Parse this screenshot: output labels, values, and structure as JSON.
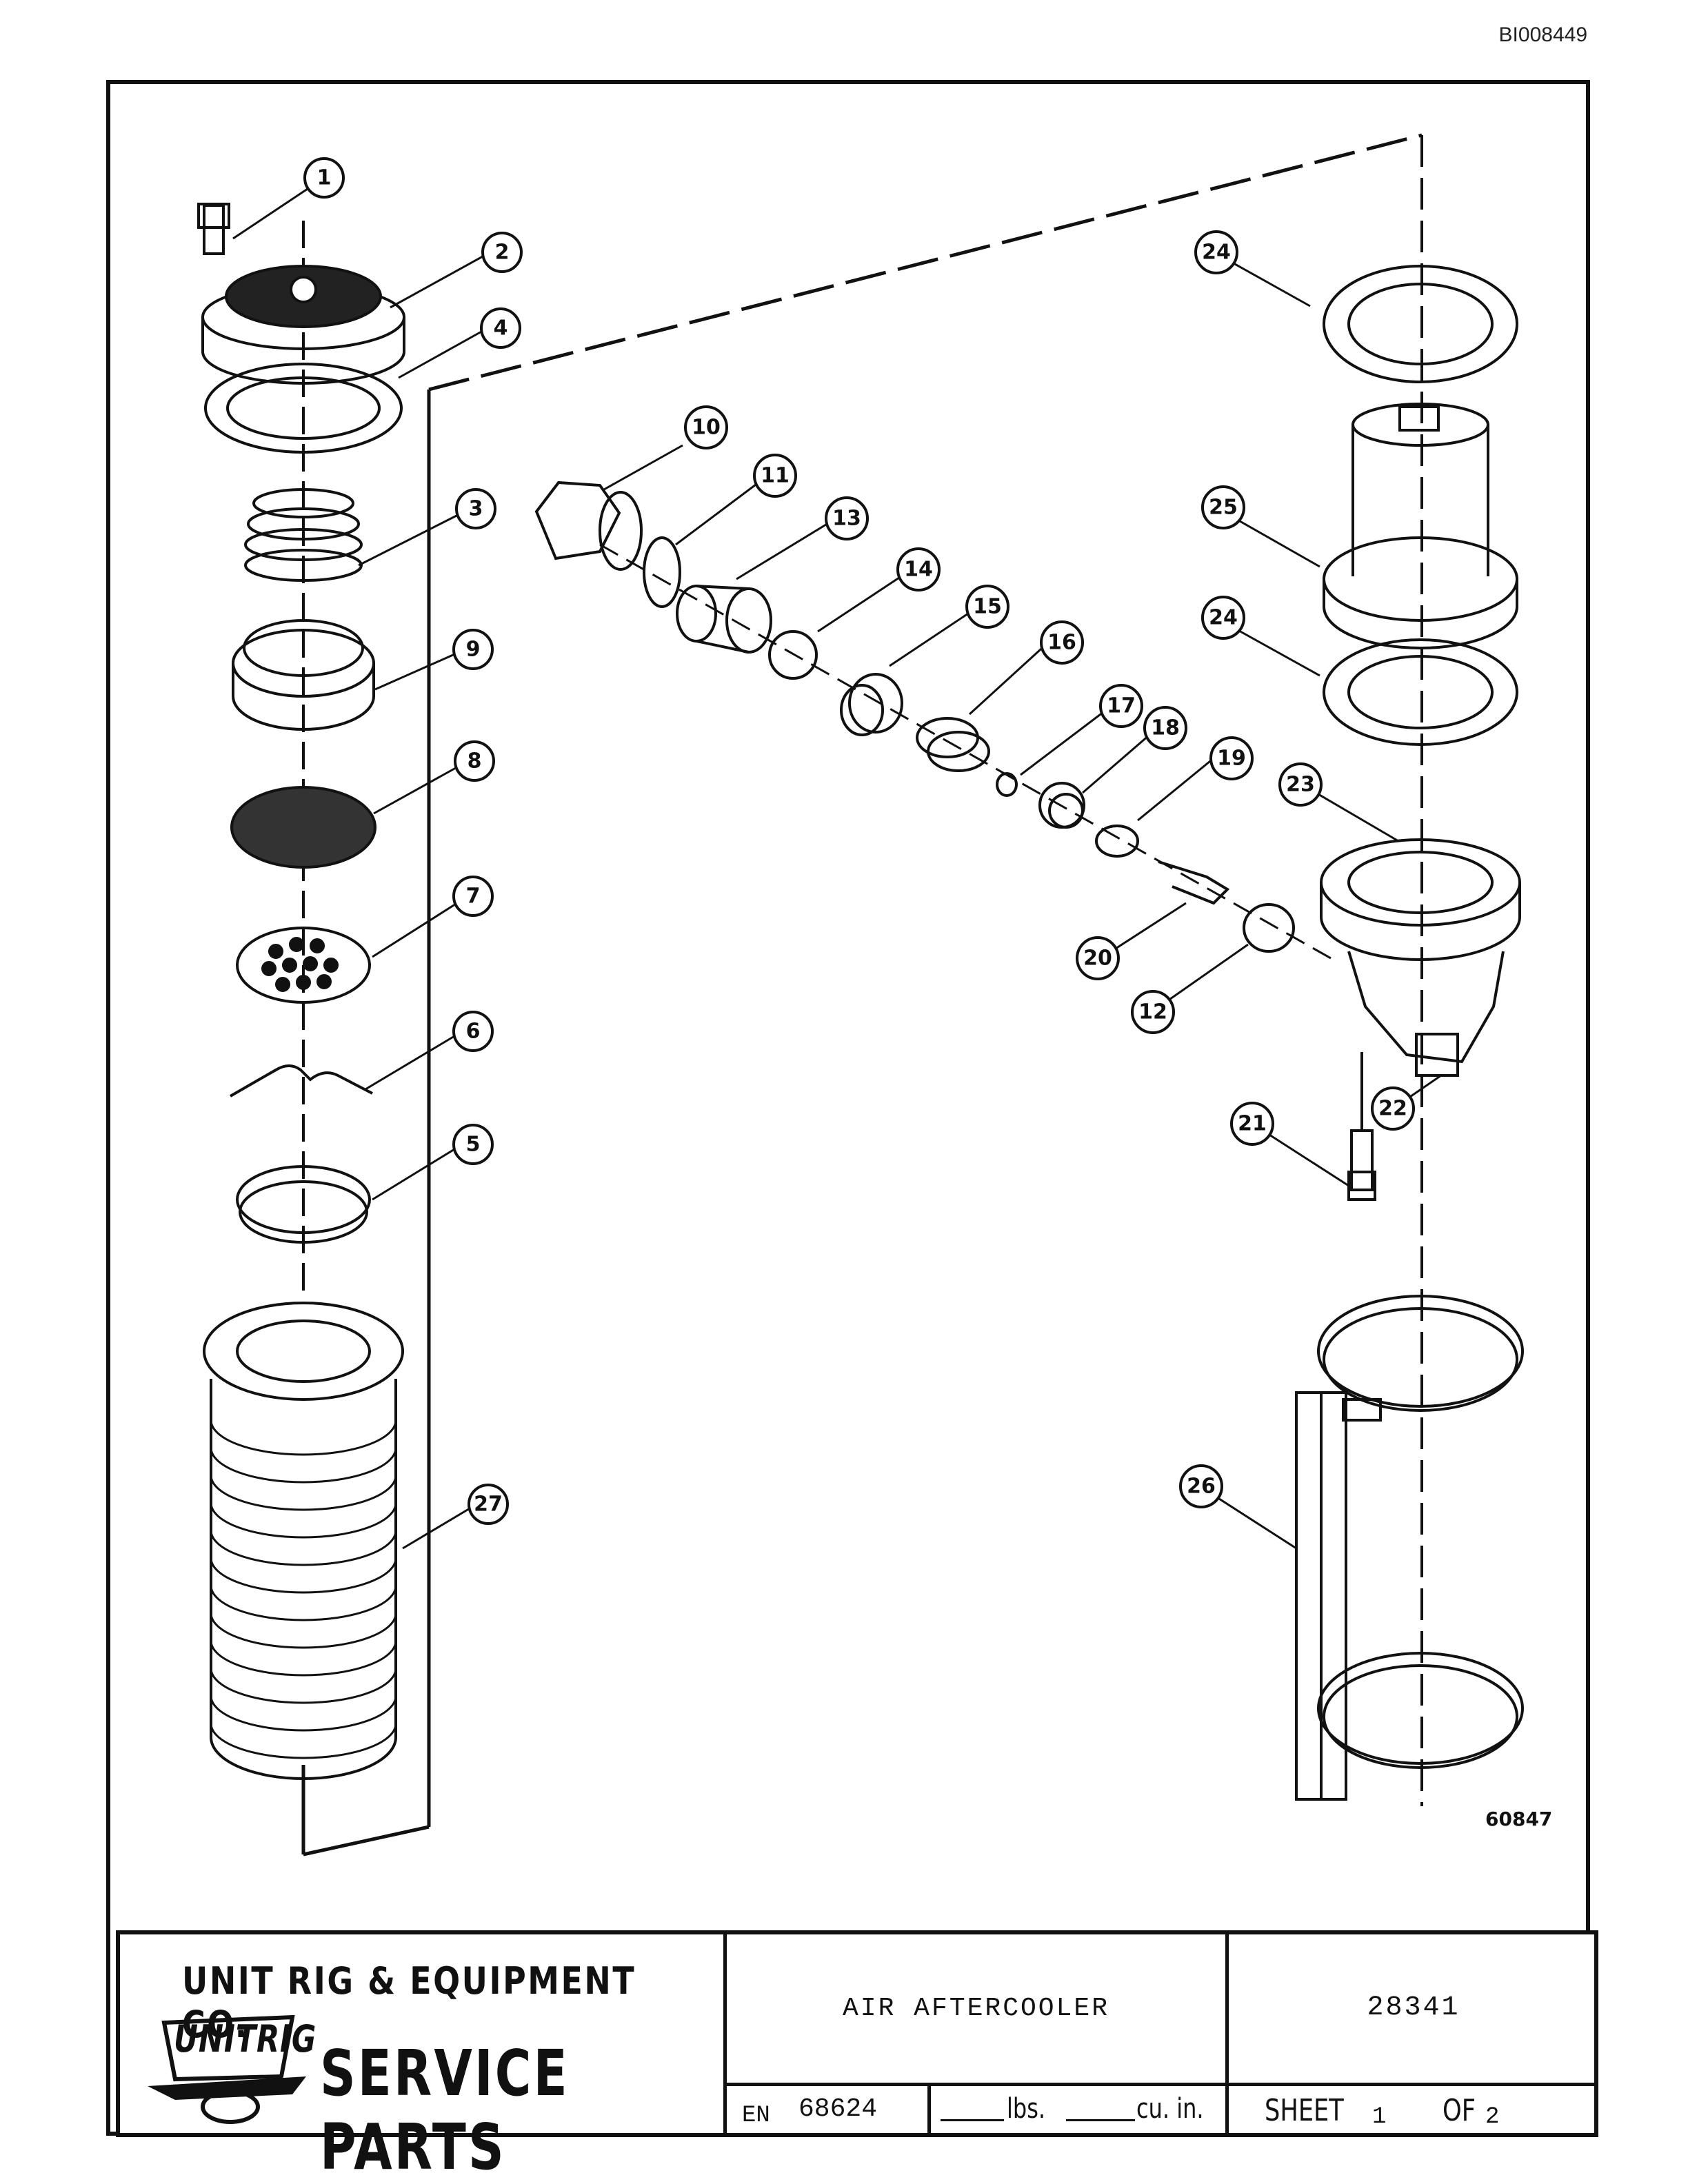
{
  "document_id": "BI008449",
  "drawing_number": "60847",
  "callouts": [
    "1",
    "2",
    "4",
    "3",
    "9",
    "8",
    "7",
    "6",
    "5",
    "27",
    "10",
    "11",
    "13",
    "14",
    "15",
    "16",
    "17",
    "18",
    "19",
    "20",
    "12",
    "24",
    "25",
    "24",
    "23",
    "22",
    "21",
    "26"
  ],
  "title_block": {
    "company": "UNIT RIG & EQUIPMENT CO.",
    "logo_text": "UNITRIG",
    "service_parts": "SERVICE PARTS",
    "part_name": "AIR AFTERCOOLER",
    "part_number": "28341",
    "en_label": "EN",
    "en_number": "68624",
    "lbs_label": "lbs.",
    "cu_label": "cu. in.",
    "sheet_label": "SHEET",
    "sheet_number": "1",
    "of_label": "OF",
    "of_number": "2"
  }
}
